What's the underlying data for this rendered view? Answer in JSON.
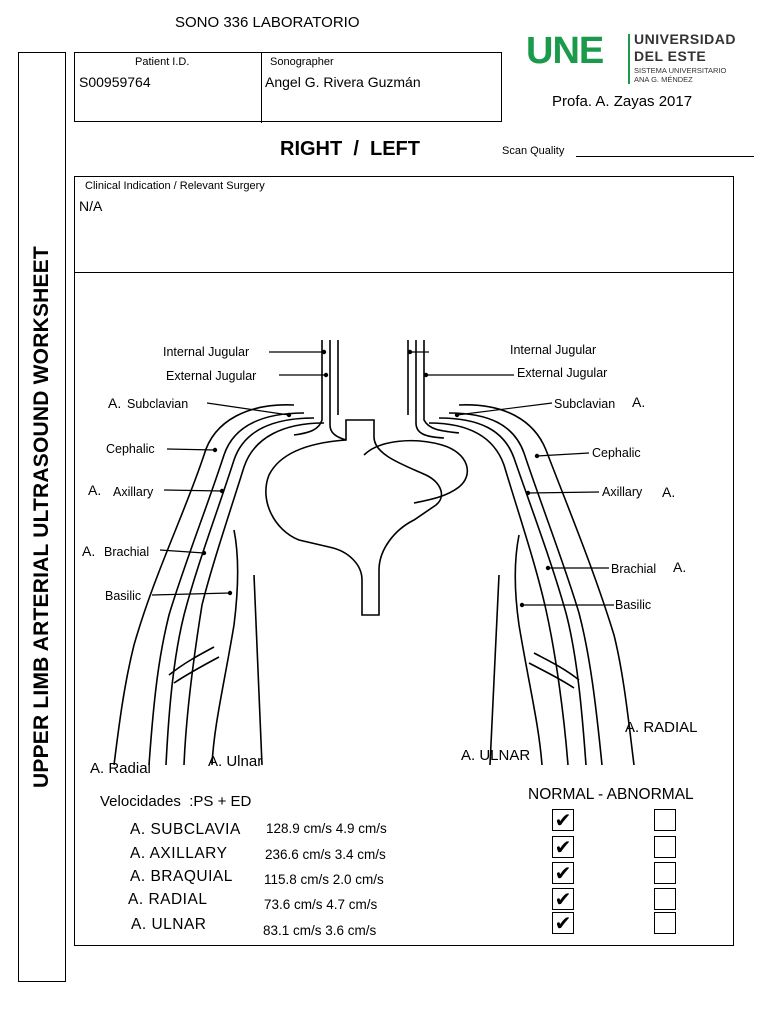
{
  "header": {
    "title": "SONO 336 LABORATORIO",
    "side_title": "UPPER LIMB ARTERIAL ULTRASOUND WORKSHEET"
  },
  "patient": {
    "id_label": "Patient I.D.",
    "id_value": "S00959764",
    "sono_label": "Sonographer",
    "sono_value": "Angel G. Rivera Guzmán"
  },
  "logo": {
    "mark": "UNE",
    "line1": "UNIVERSIDAD",
    "line2": "DEL ESTE",
    "line3": "SISTEMA UNIVERSITARIO",
    "line4": "ANA G. MÉNDEZ",
    "brand_color": "#1a9a4a"
  },
  "professor": "Profa. A. Zayas  2017",
  "side_select": "RIGHT  /  LEFT",
  "scan_quality_label": "Scan Quality",
  "clinical": {
    "label": "Clinical Indication  / Relevant Surgery",
    "value": "N/A"
  },
  "diagram_labels": {
    "left": {
      "internal_jugular": "Internal Jugular",
      "external_jugular": "External Jugular",
      "subclavian_prefix": "A.",
      "subclavian": "Subclavian",
      "cephalic": "Cephalic",
      "axillary_prefix": "A.",
      "axillary": "Axillary",
      "brachial_prefix": "A.",
      "brachial": "Brachial",
      "basilic": "Basilic",
      "radial": "A. Radial",
      "ulnar": "A. Ulnar"
    },
    "right": {
      "internal_jugular": "Internal Jugular",
      "external_jugular": "External Jugular",
      "subclavian": "Subclavian",
      "subclavian_suffix": "A.",
      "cephalic": "Cephalic",
      "axillary": "Axillary",
      "axillary_suffix": "A.",
      "brachial": "Brachial",
      "brachial_suffix": "A.",
      "basilic": "Basilic",
      "radial": "A. RADIAL",
      "ulnar": "A. ULNAR"
    }
  },
  "velocities": {
    "label": "Velocidades  :PS + ED",
    "status_header": "NORMAL - ABNORMAL",
    "rows": [
      {
        "artery": "A. SUBCLAVIA",
        "value": "128.9 cm/s 4.9 cm/s",
        "normal": "✔",
        "abnormal": ""
      },
      {
        "artery": "A. AXILLARY",
        "value": "236.6 cm/s 3.4 cm/s",
        "normal": "✔",
        "abnormal": ""
      },
      {
        "artery": "A. BRAQUIAL",
        "value": "115.8 cm/s 2.0 cm/s",
        "normal": "✔",
        "abnormal": ""
      },
      {
        "artery": "A. RADIAL",
        "value": "73.6 cm/s 4.7 cm/s",
        "normal": "✔",
        "abnormal": ""
      },
      {
        "artery": "A. ULNAR",
        "value": "83.1 cm/s 3.6 cm/s",
        "normal": "✔",
        "abnormal": ""
      }
    ]
  }
}
